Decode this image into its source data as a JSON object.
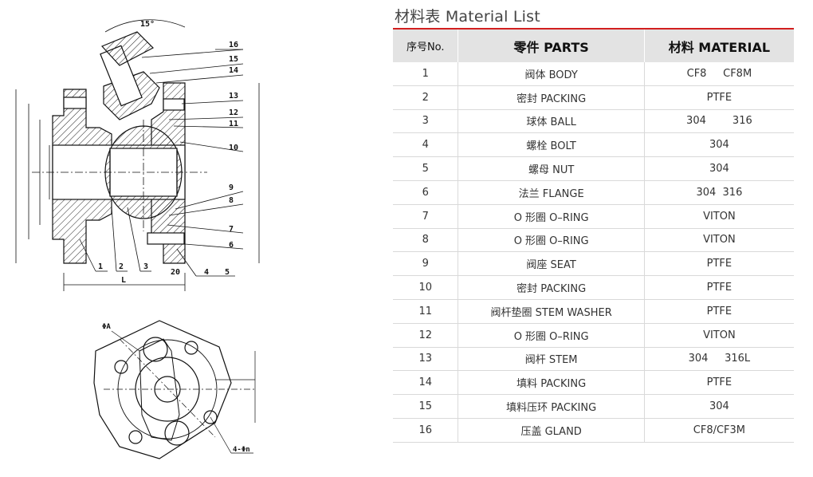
{
  "material_list": {
    "title": "材料表 Material List",
    "headers": [
      "序号No.",
      "零件 PARTS",
      "材料 MATERIAL"
    ],
    "rows": [
      {
        "no": "1",
        "part": "阀体 BODY",
        "material": "CF8     CF8M"
      },
      {
        "no": "2",
        "part": "密封 PACKING",
        "material": "PTFE"
      },
      {
        "no": "3",
        "part": "球体 BALL",
        "material": "304        316"
      },
      {
        "no": "4",
        "part": "螺栓 BOLT",
        "material": "304"
      },
      {
        "no": "5",
        "part": "螺母 NUT",
        "material": "304"
      },
      {
        "no": "6",
        "part": "法兰 FLANGE",
        "material": "304  316"
      },
      {
        "no": "7",
        "part": "O 形圈 O–RING",
        "material": "VITON"
      },
      {
        "no": "8",
        "part": "O 形圈 O–RING",
        "material": "VITON"
      },
      {
        "no": "9",
        "part": "阀座 SEAT",
        "material": "PTFE"
      },
      {
        "no": "10",
        "part": "密封 PACKING",
        "material": "PTFE"
      },
      {
        "no": "11",
        "part": "阀杆垫圈 STEM WASHER",
        "material": "PTFE"
      },
      {
        "no": "12",
        "part": "O 形圈 O–RING",
        "material": "VITON"
      },
      {
        "no": "13",
        "part": "阀杆 STEM",
        "material": "304     316L"
      },
      {
        "no": "14",
        "part": "填料 PACKING",
        "material": "PTFE"
      },
      {
        "no": "15",
        "part": "填料压环 PACKING",
        "material": "304"
      },
      {
        "no": "16",
        "part": "压盖 GLAND",
        "material": "CF8/CF3M"
      }
    ]
  },
  "drawing": {
    "part_numbers": [
      "1",
      "2",
      "3",
      "4",
      "5",
      "6",
      "7",
      "8",
      "9",
      "10",
      "11",
      "12",
      "13",
      "14",
      "15",
      "16"
    ],
    "dimension_labels": {
      "angle": "15°",
      "length": "L",
      "flange_offset": "20",
      "bolt_holes": "4-Φn",
      "flat": "ΦA"
    }
  }
}
